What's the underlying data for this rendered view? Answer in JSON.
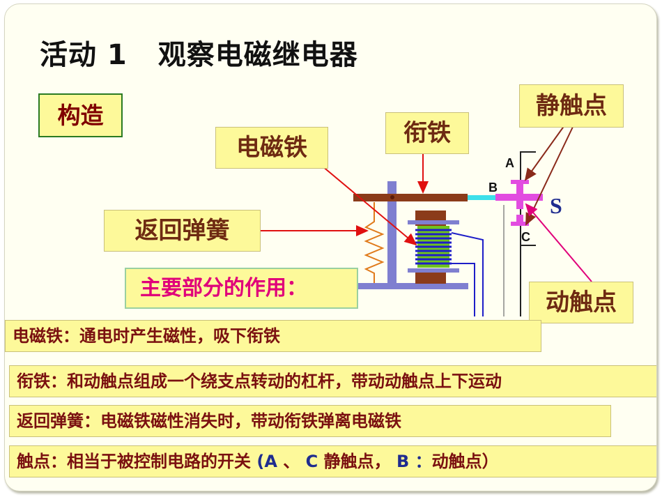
{
  "title": {
    "activity": "活动 1",
    "heading": "观察电磁继电器"
  },
  "section_label": "构造",
  "parts": {
    "electromagnet": "电磁铁",
    "armature": "衔铁",
    "return_spring": "返回弹簧",
    "static_contact": "静触点",
    "moving_contact": "动触点"
  },
  "contact_letters": {
    "a": "A",
    "b": "B",
    "c": "C",
    "s": "S"
  },
  "functions_heading": "主要部分的作用：",
  "functions": [
    "电磁铁：通电时产生磁性，吸下衔铁",
    "衔铁：和动触点组成一个绕支点转动的杠杆，带动动触点上下运动",
    "返回弹簧：电磁铁磁性消失时，带动衔铁弹离电磁铁"
  ],
  "contacts_line": {
    "before": "触点：相当于被控制电路的开关",
    "a": "(A",
    "sep": "、",
    "c": "C",
    "static": "静触点，",
    "b": "B",
    "colon": "：",
    "moving": "动触点）"
  },
  "colors": {
    "label_bg": "#fdf99a",
    "label_text": "#6e2a12",
    "arrow_red": "#e01010",
    "arrow_brown": "#8a2a1a",
    "arrow_pink": "#e0007a",
    "frame_blue": "#7f7fd0",
    "coil_blue": "#1d1dc8",
    "contact_magenta": "#e24ce0",
    "s_blue": "#1f2c8f"
  }
}
